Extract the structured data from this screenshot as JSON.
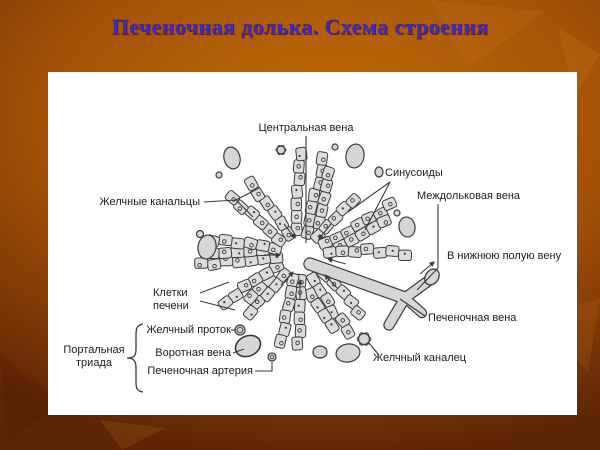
{
  "slide": {
    "title": "Печеночная долька. Схема строения"
  },
  "diagram": {
    "labels": {
      "central_vein": "Центральная вена",
      "sinusoids": "Синусоиды",
      "interlobular_vein": "Междольковая вена",
      "bile_canaliculi": "Желчные канальцы",
      "to_inferior_vena_cava": "В нижнюю полую вену",
      "liver_cells": "Клетки печени",
      "hepatic_vein": "Печеночная вена",
      "bile_duct": "Желчный проток",
      "portal_vein": "Воротная вена",
      "hepatic_artery": "Печеночная артерия",
      "portal_triad": "Портальная триада",
      "bile_canaliculus": "Желчный каналец"
    }
  },
  "colors": {
    "background_highlight": "#c06c08",
    "background_mid": "#a35106",
    "background_dark": "#5e2505",
    "panel": "#ffffff",
    "title_text": "#3b2fb8",
    "title_shadow": "#6b1d0e",
    "ink": "#3a3a3a",
    "cell_fill": "#dcdcdc",
    "vessel_fill": "#d6d6d6",
    "label_text": "#1c1c1c",
    "leaf_decoration": "#d9831c"
  }
}
